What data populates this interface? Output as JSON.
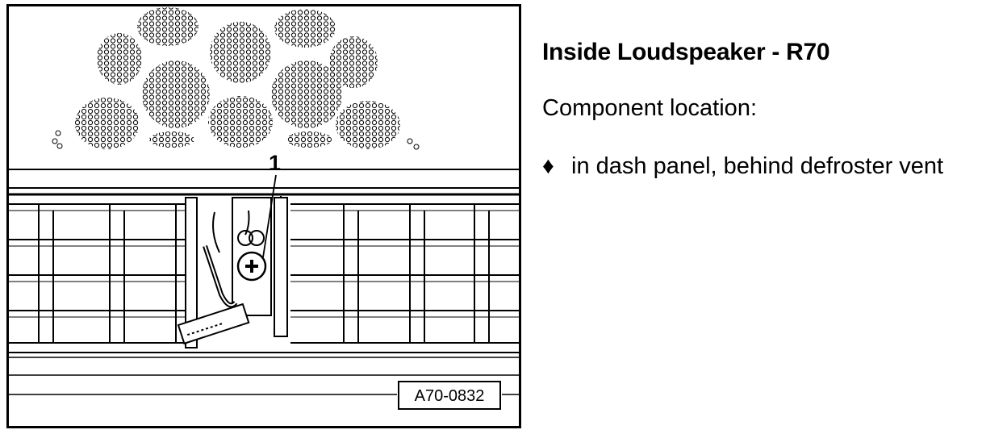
{
  "figure": {
    "callout_label": "1",
    "figure_number": "A70-0832"
  },
  "text": {
    "title": "Inside Loudspeaker - R70",
    "subtitle": "Component location:",
    "bullet_glyph": "♦",
    "bullet_item": "in dash panel, behind defroster vent"
  }
}
